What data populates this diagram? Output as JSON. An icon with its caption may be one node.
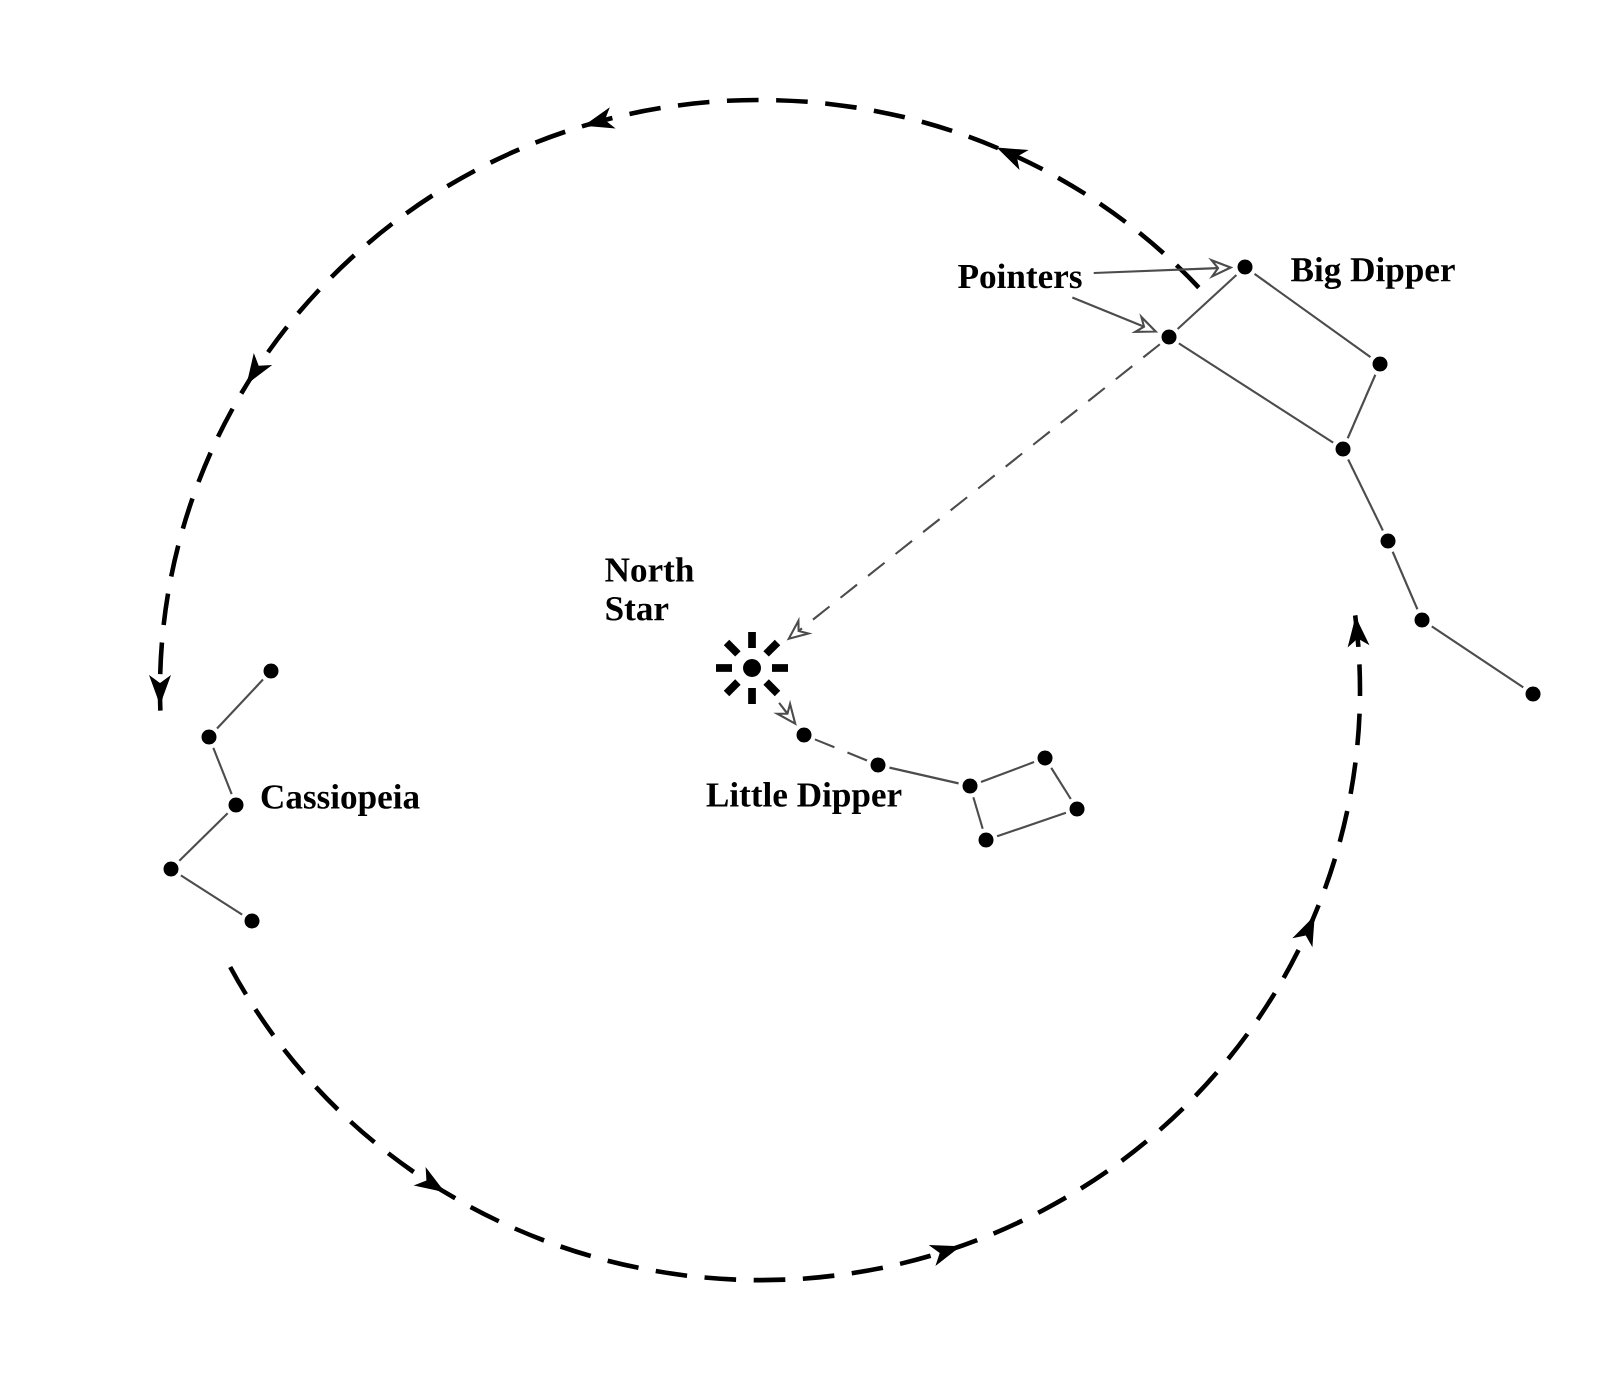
{
  "diagram": {
    "nodes": [
      {
        "text": [
          "Pointers"
        ]
      },
      {
        "text": [],
        "shape": "circle"
      },
      {
        "text": [],
        "shape": "circle"
      },
      {
        "text": [],
        "shape": "circle"
      },
      {
        "text": [],
        "shape": "circle"
      },
      {
        "text": [],
        "shape": "circle"
      },
      {
        "text": [],
        "shape": "circle"
      },
      {
        "text": [],
        "shape": "circle"
      },
      {
        "text": [],
        "shape": "star",
        "beside": [
          "North Star"
        ]
      },
      {
        "text": [],
        "shape": "circle"
      },
      {
        "text": [],
        "shape": "circle"
      },
      {
        "text": [],
        "shape": "circle"
      },
      {
        "text": [],
        "shape": "circle"
      },
      {
        "text": [],
        "shape": "circle"
      },
      {
        "text": [],
        "shape": "circle"
      },
      {
        "text": [],
        "shape": "circle"
      },
      {
        "text": [],
        "shape": "circle"
      },
      {
        "text": [],
        "shape": "circle"
      },
      {
        "text": [],
        "shape": "circle"
      },
      {
        "text": [],
        "shape": "circle"
      }
    ],
    "edges": [
      {
        "from": 0,
        "to": 1,
        "arrow": "to"
      },
      {
        "from": 0,
        "to": 2,
        "arrow": "to"
      },
      {
        "from": 1,
        "to": 2,
        "arrow": "none"
      },
      {
        "from": 1,
        "to": 3,
        "arrow": "none"
      },
      {
        "from": 3,
        "to": 4,
        "arrow": "none"
      },
      {
        "from": 2,
        "to": 4,
        "arrow": "none"
      },
      {
        "from": 4,
        "to": 5,
        "arrow": "none"
      },
      {
        "from": 5,
        "to": 6,
        "arrow": "none"
      },
      {
        "from": 6,
        "to": 7,
        "arrow": "none"
      },
      {
        "from": 2,
        "to": 8,
        "arrow": "to",
        "style": "dashed"
      },
      {
        "from": 8,
        "to": 9,
        "arrow": "to"
      },
      {
        "from": 9,
        "to": 10,
        "arrow": "none",
        "style": "dashed"
      },
      {
        "from": 10,
        "to": 11,
        "arrow": "none"
      },
      {
        "from": 11,
        "to": 12,
        "arrow": "none"
      },
      {
        "from": 12,
        "to": 13,
        "arrow": "none"
      },
      {
        "from": 13,
        "to": 14,
        "arrow": "none"
      },
      {
        "from": 14,
        "to": 11,
        "arrow": "none"
      },
      {
        "from": 15,
        "to": 16,
        "arrow": "none"
      },
      {
        "from": 16,
        "to": 17,
        "arrow": "none"
      },
      {
        "from": 17,
        "to": 18,
        "arrow": "none"
      },
      {
        "from": 18,
        "to": 19,
        "arrow": "none"
      }
    ],
    "labels": [
      "Big Dipper",
      "Little Dipper",
      "Cassiopeia"
    ]
  }
}
